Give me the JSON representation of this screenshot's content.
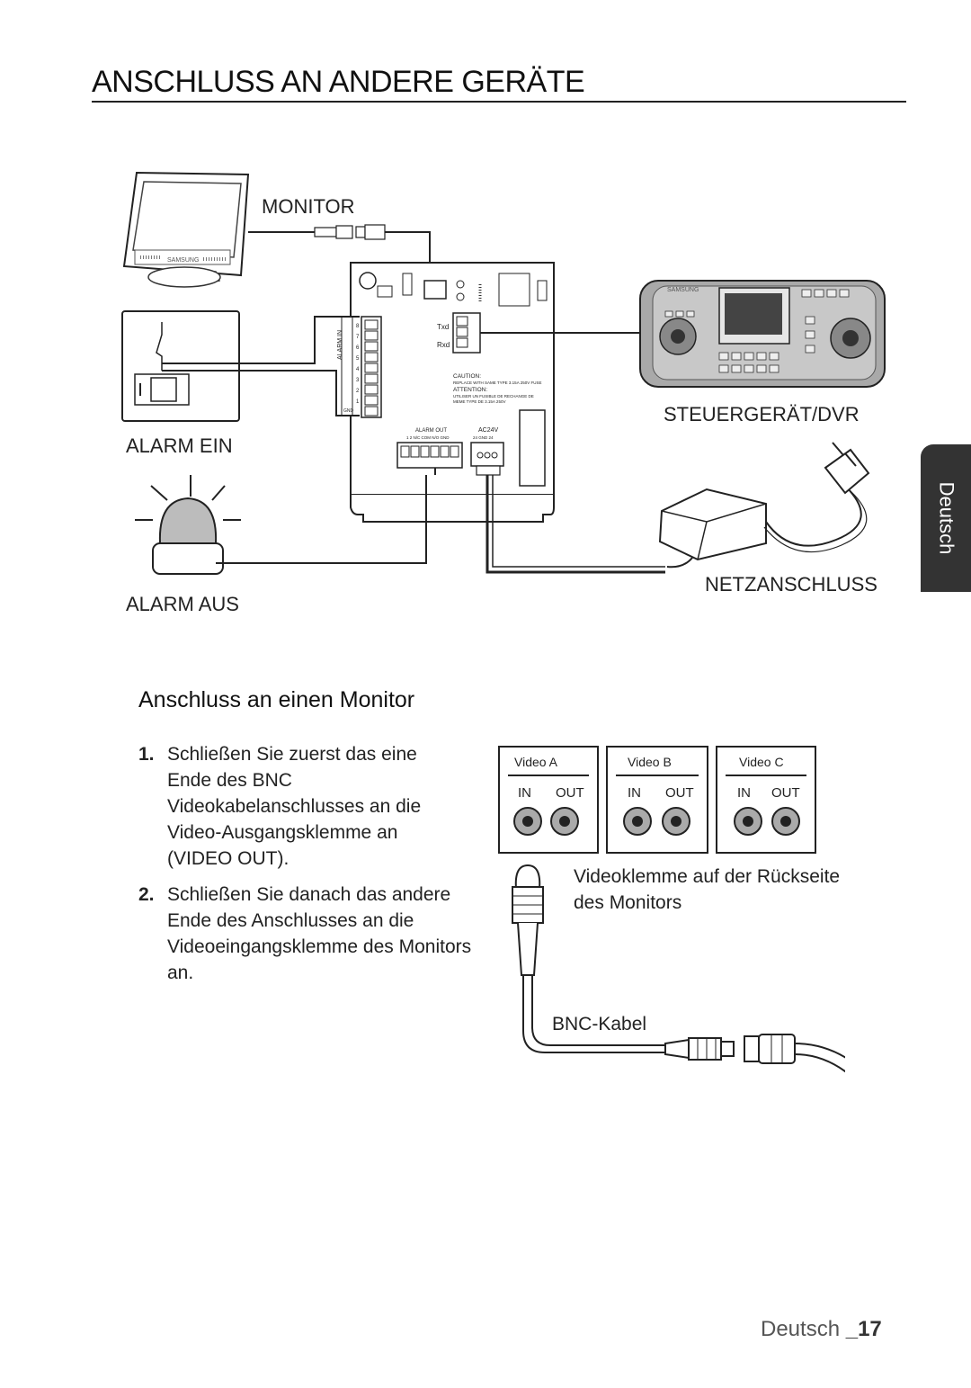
{
  "page": {
    "title": "ANSCHLUSS AN ANDERE GERÄTE",
    "side_tab": "Deutsch",
    "footer_language": "Deutsch",
    "footer_page": "_17"
  },
  "diagram": {
    "labels": {
      "monitor": "MONITOR",
      "alarm_in": "ALARM EIN",
      "alarm_out": "ALARM AUS",
      "controller": "STEUERGERÄT/DVR",
      "power": "NETZANSCHLUSS"
    },
    "board": {
      "txd": "Txd",
      "rxd": "Rxd",
      "alarm_in_label": "ALARM IN",
      "alarm_out_label": "ALARM OUT",
      "ac_label": "AC24V",
      "gnd": "GND",
      "caution": "CAUTION:",
      "caution_text": "REPLACE WITH SAME TYPE 3.15A 250V FUSE",
      "attention": "ATTENTION:",
      "attention_text_1": "UTILISER UN FUSIBLE DE RECHANGE DE",
      "attention_text_2": "MEME TYPE DE 3.15A 250V",
      "alarm_out_pins": "1  2  N/C COM N/O GND",
      "ac_pins": "24  GND  24",
      "alarm_in_pins": [
        "8",
        "7",
        "6",
        "5",
        "4",
        "3",
        "2",
        "1"
      ]
    },
    "controller_brand": "SAMSUNG",
    "monitor_brand": "SAMSUNG"
  },
  "section": {
    "heading": "Anschluss an einen Monitor",
    "steps": [
      {
        "number": "1.",
        "text": "Schließen Sie zuerst das eine Ende des BNC Videokabelanschlusses an die Video-Ausgangsklemme an (VIDEO OUT)."
      },
      {
        "number": "2.",
        "text": "Schließen Sie danach das andere Ende des Anschlusses an die Videoeingangsklemme des Monitors an."
      }
    ],
    "video_panels": [
      {
        "name": "Video A",
        "in": "IN",
        "out": "OUT"
      },
      {
        "name": "Video B",
        "in": "IN",
        "out": "OUT"
      },
      {
        "name": "Video C",
        "in": "IN",
        "out": "OUT"
      }
    ],
    "video_caption": "Videoklemme auf der Rückseite des Monitors",
    "bnc_label": "BNC-Kabel"
  }
}
